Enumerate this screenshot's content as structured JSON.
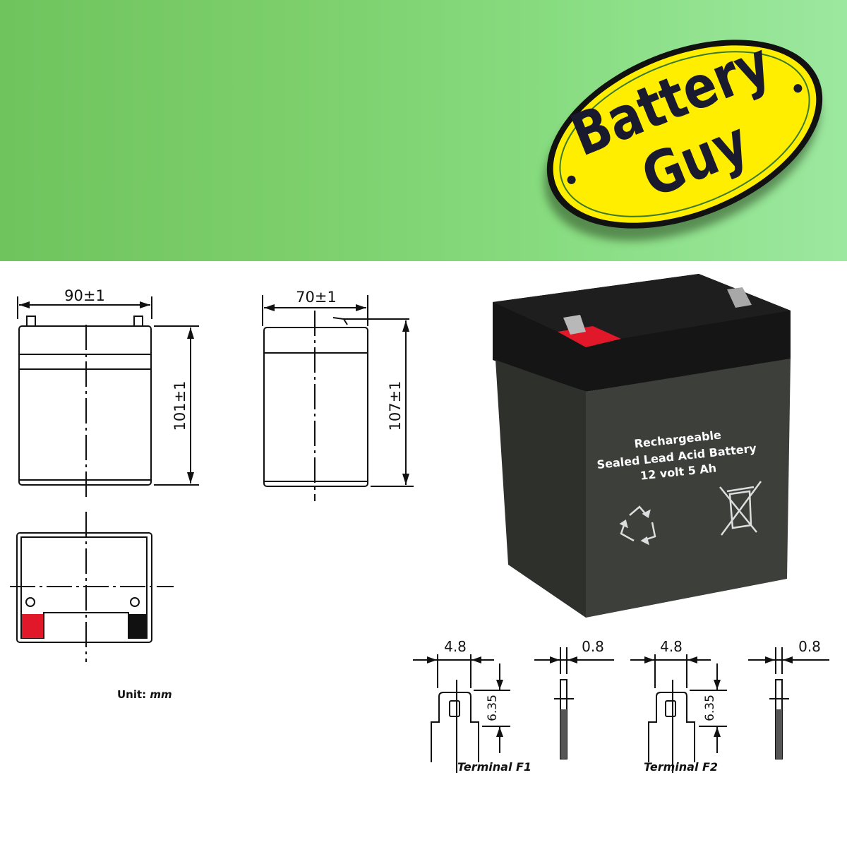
{
  "banner": {
    "gradient_left": "#70c45e",
    "gradient_right": "#9ce8a0"
  },
  "logo": {
    "line1": "Battery",
    "line2": "Guy",
    "fill_color": "#ffee00",
    "text_color": "#1a1a2e",
    "border_color": "#111111"
  },
  "front_view": {
    "width_label": "90±1",
    "height_label": "101±1"
  },
  "side_view": {
    "width_label": "70±1",
    "height_label": "107±1"
  },
  "top_view": {
    "positive_terminal_color": "#e0182a",
    "negative_terminal_color": "#111111"
  },
  "unit_label": {
    "prefix": "Unit:",
    "unit": "mm"
  },
  "product": {
    "label_line1": "Rechargeable",
    "label_line2": "Sealed Lead Acid Battery",
    "label_line3": "12 volt 5 Ah",
    "icons": [
      "recycle-icon",
      "crossed-bin-icon"
    ],
    "body_color": "#3d3f3a",
    "lid_color": "#151515"
  },
  "terminals": [
    {
      "name": "Terminal F1",
      "width": "4.8",
      "thickness": "0.8",
      "height": "6.35"
    },
    {
      "name": "Terminal F2",
      "width": "4.8",
      "thickness": "0.8",
      "height": "6.35"
    }
  ]
}
